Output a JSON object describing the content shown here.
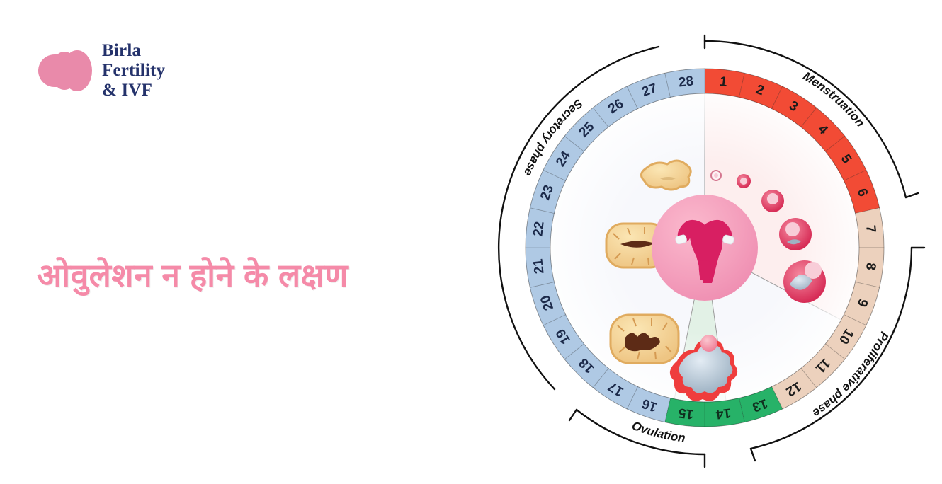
{
  "brand": {
    "logo_icon": "birla-petals-logo",
    "line1": "Birla",
    "line2": "Fertility",
    "line3": "& IVF",
    "color": "#e98aaa",
    "text_color": "#24326b"
  },
  "headline": {
    "text": "ओवुलेशन न होने के लक्षण",
    "color": "#f58aa8"
  },
  "diagram": {
    "title": "menstrual-cycle-wheel",
    "center_icon": "uterus-illustration",
    "phases": [
      {
        "name": "Menstruation",
        "days": [
          1,
          6
        ],
        "color": "#f24b35",
        "text_color": "#1b1b1b"
      },
      {
        "name": "Proliferative phase",
        "days": [
          7,
          12
        ],
        "color": "#ecd1bd",
        "text_color": "#1b1b1b"
      },
      {
        "name": "Ovulation",
        "days": [
          13,
          15
        ],
        "color": "#27b268",
        "text_color": "#10301f"
      },
      {
        "name": "Secretory phase",
        "days": [
          16,
          28
        ],
        "color": "#afc9e4",
        "text_color": "#1c2a4a"
      }
    ],
    "days": [
      1,
      2,
      3,
      4,
      5,
      6,
      7,
      8,
      9,
      10,
      11,
      12,
      13,
      14,
      15,
      16,
      17,
      18,
      19,
      20,
      21,
      22,
      23,
      24,
      25,
      26,
      27,
      28
    ],
    "total_days": 28,
    "inner_sectors": [
      {
        "name": "follicular-growth",
        "color": "#fdeeee"
      },
      {
        "name": "ovulation-release",
        "color": "#e2f1e6"
      },
      {
        "name": "luteal-regression",
        "color": "#f2f4fb"
      }
    ],
    "follicles": [
      {
        "stage": "primordial-follicle",
        "size": 7
      },
      {
        "stage": "primary-follicle",
        "size": 11
      },
      {
        "stage": "secondary-follicle",
        "size": 17
      },
      {
        "stage": "antral-follicle",
        "size": 24
      },
      {
        "stage": "graafian-follicle",
        "size": 31
      },
      {
        "stage": "ruptured-follicle-ovum-released",
        "size": 38
      }
    ],
    "corpus_luteum": [
      {
        "stage": "corpus-luteum-mature",
        "size": 44
      },
      {
        "stage": "corpus-luteum-regressing",
        "size": 36
      },
      {
        "stage": "corpus-albicans",
        "size": 26
      }
    ]
  }
}
